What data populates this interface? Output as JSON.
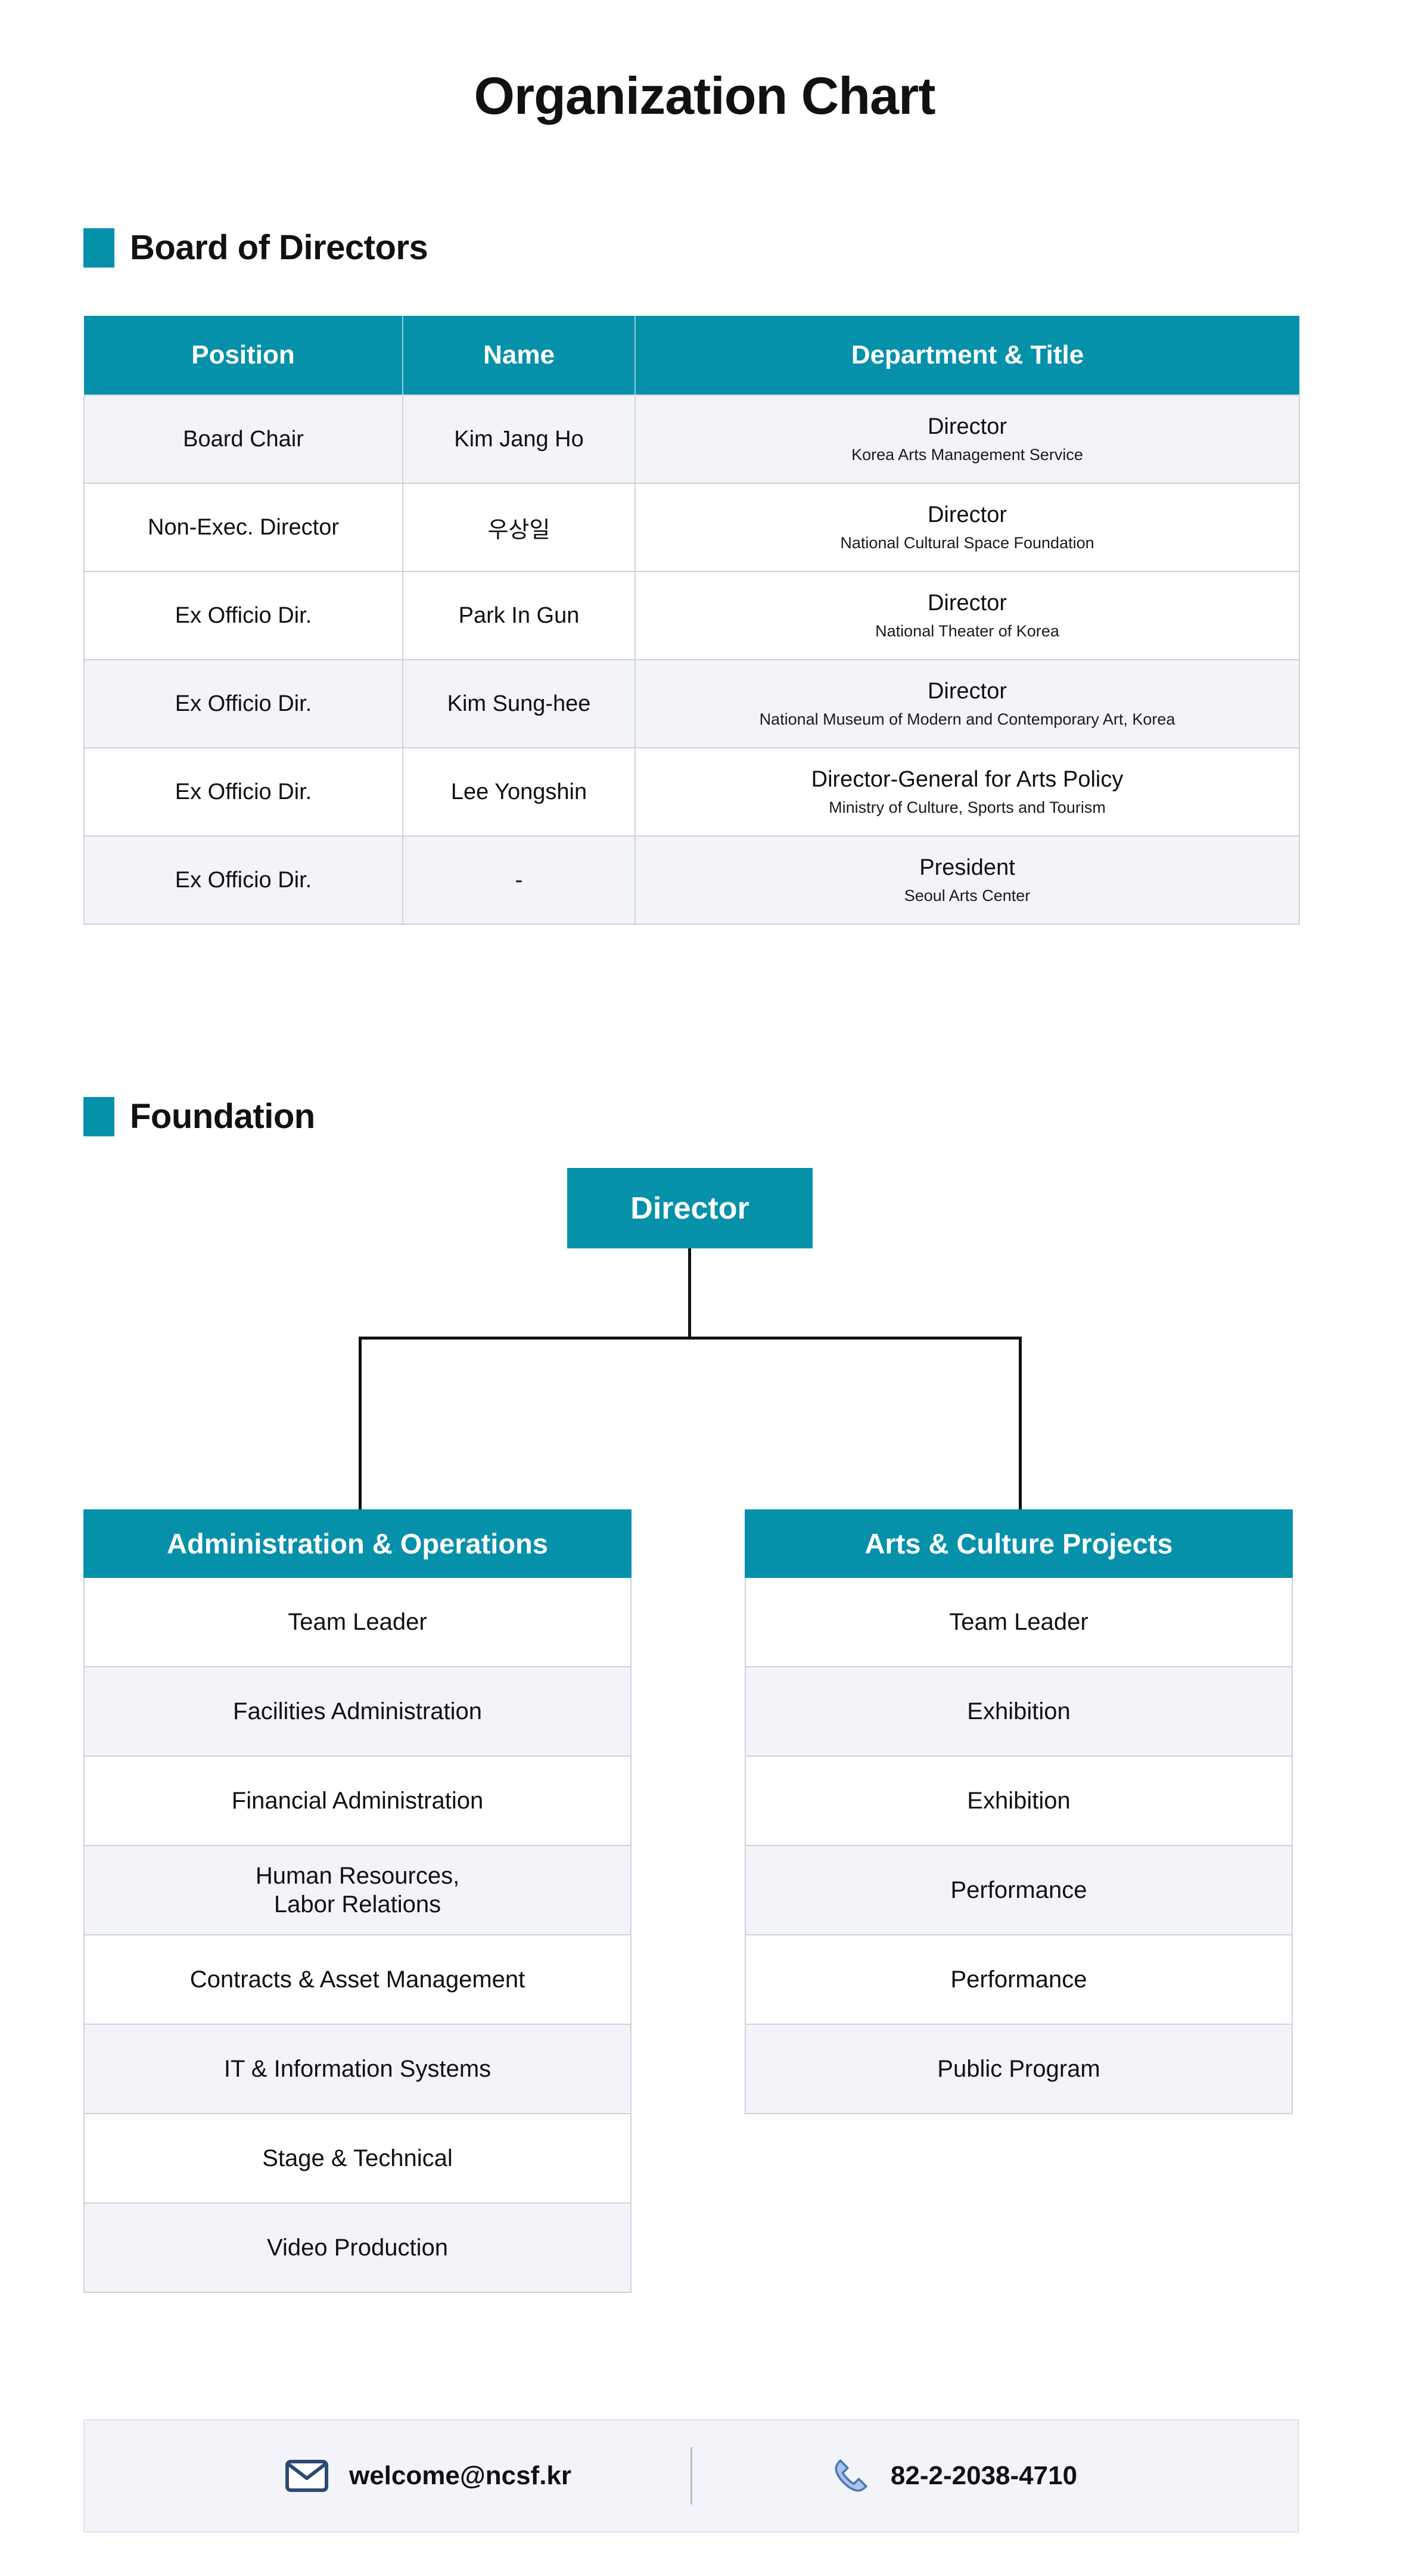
{
  "page": {
    "title": "Organization Chart",
    "accent_color": "#0691ab",
    "alt_row_color": "#f2f4f9",
    "border_color": "#cfd3d8"
  },
  "board_section": {
    "heading": "Board of Directors",
    "columns": [
      "Position",
      "Name",
      "Department & Title"
    ],
    "rows": [
      {
        "position": "Board Chair",
        "name": "Kim Jang Ho",
        "title": "Director",
        "org": "Korea Arts Management Service"
      },
      {
        "position": "Non-Exec. Director",
        "name": "우상일",
        "title": "Director",
        "org": "National Cultural Space Foundation"
      },
      {
        "position": "Ex Officio Dir.",
        "name": "Park In Gun",
        "title": "Director",
        "org": "National Theater of Korea"
      },
      {
        "position": "Ex Officio Dir.",
        "name": "Kim Sung-hee",
        "title": "Director",
        "org": "National Museum of Modern and Contemporary Art, Korea"
      },
      {
        "position": "Ex Officio Dir.",
        "name": "Lee Yongshin",
        "title": "Director-General for Arts Policy",
        "org": "Ministry of Culture, Sports and Tourism"
      },
      {
        "position": "Ex Officio Dir.",
        "name": "-",
        "title": "President",
        "org": "Seoul Arts Center"
      }
    ]
  },
  "foundation_section": {
    "heading": "Foundation",
    "root": {
      "label": "Director"
    },
    "departments": [
      {
        "name": "Administration & Operations",
        "items": [
          "Team Leader",
          "Facilities Administration",
          "Financial Administration",
          "Human Resources,\nLabor Relations",
          "Contracts & Asset Management",
          "IT & Information Systems",
          "Stage & Technical",
          "Video Production"
        ]
      },
      {
        "name": "Arts & Culture Projects",
        "items": [
          "Team Leader",
          "Exhibition",
          "Exhibition",
          "Performance",
          "Performance",
          "Public Program"
        ]
      }
    ]
  },
  "contact": {
    "email_icon": "envelope-icon",
    "email": "welcome@ncsf.kr",
    "phone_icon": "phone-icon",
    "phone": "82-2-2038-4710"
  }
}
